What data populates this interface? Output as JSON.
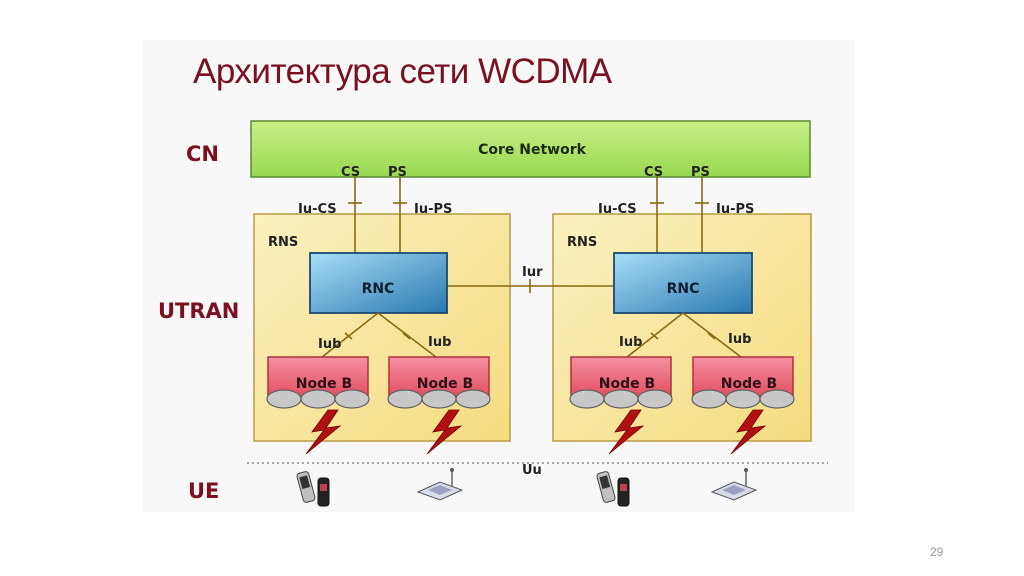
{
  "title": "Архитектура сети WCDMA",
  "layers": {
    "cn": "CN",
    "utran": "UTRAN",
    "ue": "UE"
  },
  "core_network": {
    "label": "Core Network",
    "color": "#a8e060"
  },
  "rns": [
    {
      "label": "RNS",
      "cs": "CS",
      "ps": "PS",
      "iu_cs": "Iu-CS",
      "iu_ps": "Iu-PS",
      "rnc": "RNC",
      "iub_left": "Iub",
      "iub_right": "Iub",
      "node_b": [
        "Node B",
        "Node B"
      ]
    },
    {
      "label": "RNS",
      "cs": "CS",
      "ps": "PS",
      "iu_cs": "Iu-CS",
      "iu_ps": "Iu-PS",
      "rnc": "RNC",
      "iub_left": "Iub",
      "iub_right": "Iub",
      "node_b": [
        "Node B",
        "Node B"
      ]
    }
  ],
  "iur_label": "Iur",
  "uu_label": "Uu",
  "ue_devices": [
    "mobile-phones-icon",
    "pda-icon",
    "mobile-phones-icon",
    "pda-icon"
  ],
  "colors": {
    "rns_fill": "#f8e49a",
    "rnc_fill": "#5aa8d8",
    "node_b_fill": "#e8606e",
    "link": "#8a6a10",
    "bolt": "#b01010",
    "label": "#7a1020"
  },
  "page_number": "29"
}
